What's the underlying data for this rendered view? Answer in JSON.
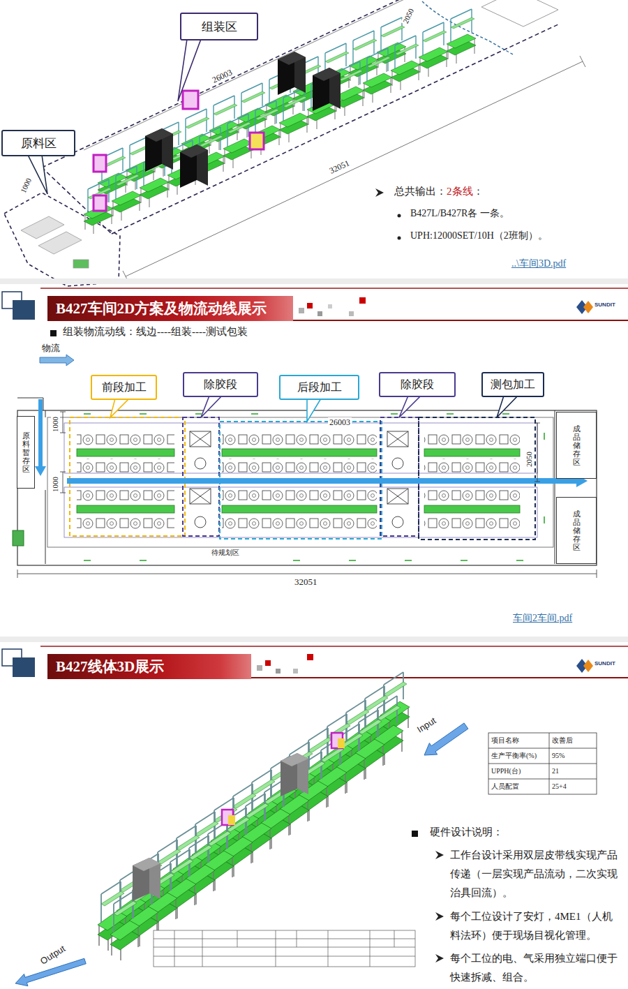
{
  "diagram": {
    "nodes": [
      {
        "text": [
          "组装区"
        ]
      },
      {
        "text": [
          "原料区"
        ]
      },
      {
        "text": [
          "B427车间2D方案及物流动线展示"
        ]
      },
      {
        "text": [
          "前段加工"
        ]
      },
      {
        "text": [
          "除胶段"
        ]
      },
      {
        "text": [
          "后段加工"
        ]
      },
      {
        "text": [
          "除胶段"
        ]
      },
      {
        "text": [
          "测包加工"
        ]
      },
      {
        "text": [
          "原料暂存区"
        ]
      },
      {
        "text": [
          "成品储存区"
        ]
      },
      {
        "text": [
          "成品储存区"
        ]
      },
      {
        "text": [
          "B427线体3D展示"
        ]
      }
    ],
    "labels": [
      "26003",
      "32051",
      "2050",
      "1000",
      "总共输出：",
      "2条线",
      "：",
      "B427L/B427R各 一条。",
      "UPH:12000SET/10H（2班制）。",
      "..\\车间3D.pdf",
      "SUNDIT",
      "组装物流动线：线边----组装----测试包装",
      "物流",
      "26003",
      "1000",
      "1000",
      "2050",
      "32051",
      "待规划区",
      "车间2车间.pdf",
      "SUNDIT",
      "Input",
      "Output",
      "项目名称",
      "改善后",
      "生产平衡率(%)",
      "95%",
      "UPPH(台)",
      "21",
      "人员配置",
      "25+4",
      "硬件设计说明：",
      "工作台设计采用双层皮带线实现产品传递（一层实现产品流动，二次实现治具回流）。",
      "每个工位设计了安灯，4ME1（人机料法环）便于现场目视化管理。",
      "每个工位的电、气采用独立端口便于快速拆减、组合。"
    ]
  }
}
